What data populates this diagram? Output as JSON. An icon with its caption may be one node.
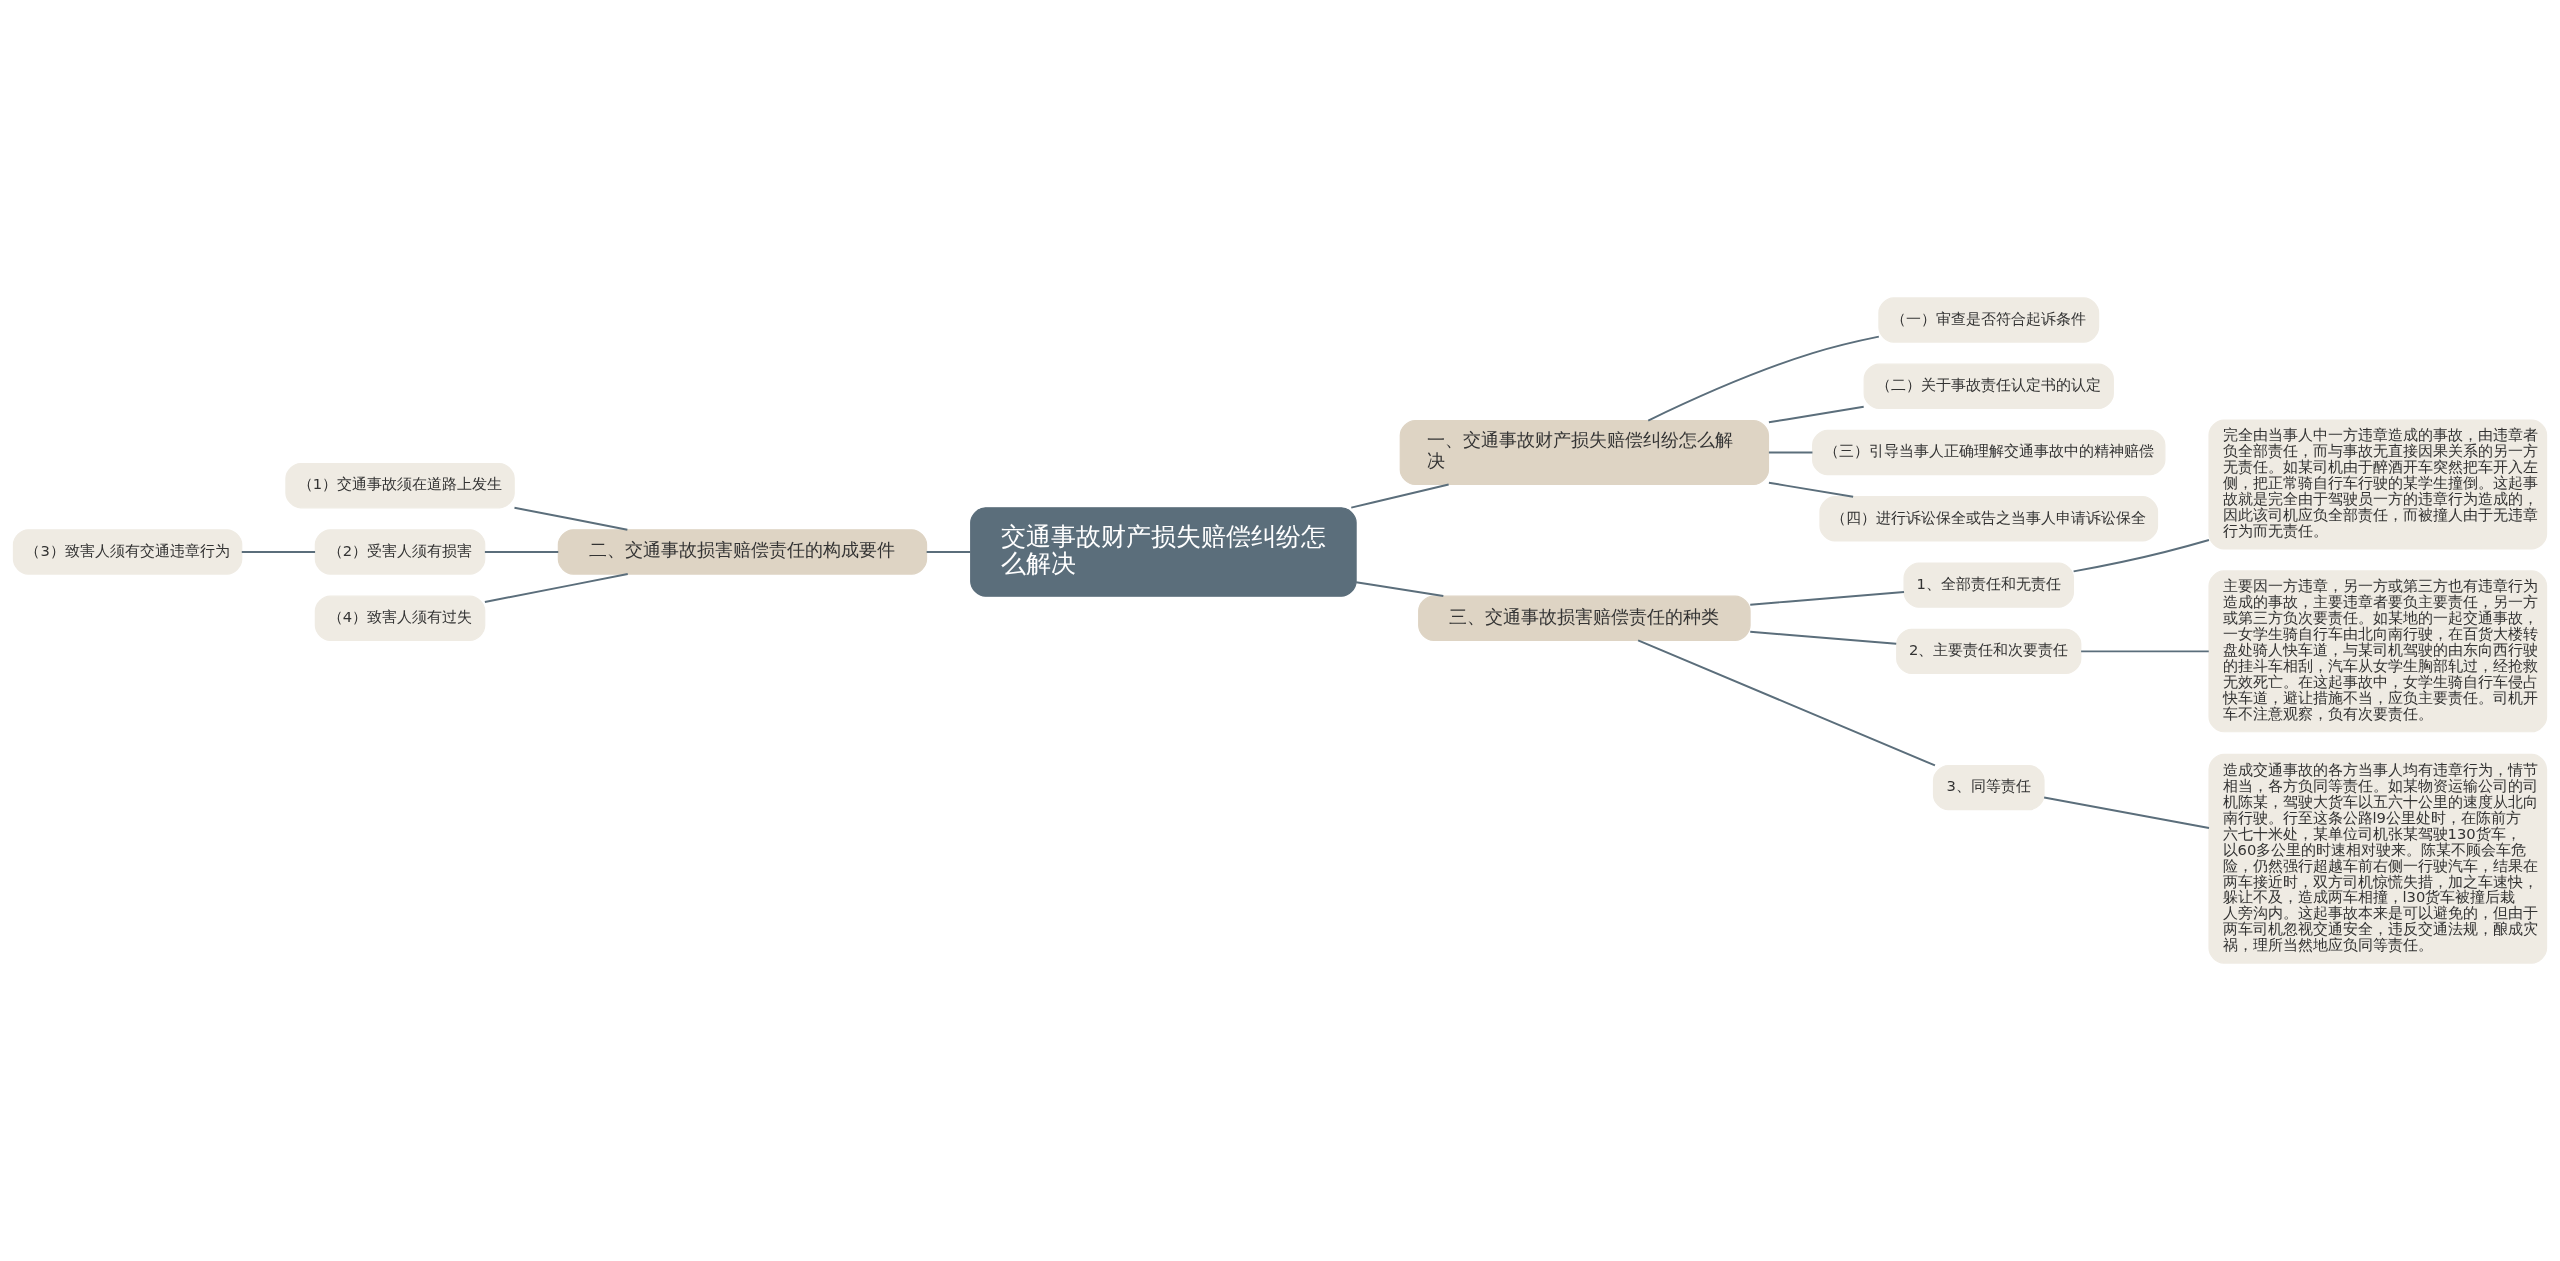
{
  "diagram": {
    "nodes": [
      {
        "text": [
          "交通事故财产损失赔偿纠纷怎么解决"
        ]
      },
      {
        "text": [
          "一、交通事故财产损失赔偿纠纷怎么解决"
        ]
      },
      {
        "text": [
          "（一）审查是否符合起诉条件"
        ]
      },
      {
        "text": [
          "（二）关于事故责任认定书的认定"
        ]
      },
      {
        "text": [
          "（三）引导当事人正确理解交通事故中的精神赔偿"
        ]
      },
      {
        "text": [
          "（四）进行诉讼保全或告之当事人申请诉讼保全"
        ]
      },
      {
        "text": [
          "二、交通事故损害赔偿责任的构成要件"
        ]
      },
      {
        "text": [
          "（1）交通事故须在道路上发生"
        ]
      },
      {
        "text": [
          "（2）受害人须有损害"
        ]
      },
      {
        "text": [
          "（3）致害人须有交通违章行为"
        ]
      },
      {
        "text": [
          "（4）致害人须有过失"
        ]
      },
      {
        "text": [
          "三、交通事故损害赔偿责任的种类"
        ]
      },
      {
        "text": [
          "1、全部责任和无责任"
        ]
      },
      {
        "text": [
          "完全由当事人中一方违章造成的事故，由违章者负全部责任，而与事故无直接因果关系的另一方无责任。如某司机由于醉酒开车突然把车开入左侧，把正常骑自行车行驶的某学生撞倒。这起事故就是完全由于驾驶员一方的违章行为造成的，因此该司机应负全部责任，而被撞人由于无违章行为而无责任。"
        ]
      },
      {
        "text": [
          "2、主要责任和次要责任"
        ]
      },
      {
        "text": [
          "主要因一方违章，另一方或第三方也有违章行为造成的事故，主要违章者要负主要责任，另一方或第三方负次要责任。如某地的一起交通事故，一女学生骑自行车由北向南行驶，在百货大楼转盘处骑人快车道，与某司机驾驶的由东向西行驶的挂斗车相刮，汽车从女学生胸部轧过，经抢救无效死亡。在这起事故中，女学生骑自行车侵占快车道，避让措施不当，应负主要责任。司机开车不注意观察，负有次要责任。"
        ]
      },
      {
        "text": [
          "3、同等责任"
        ]
      },
      {
        "text": [
          "造成交通事故的各方当事人均有违章行为，情节相当，各方负同等责任。如某物资运输公司的司机陈某，驾驶大货车以五六十公里的速度从北向南行驶。行至这条公路l9公里处时，在陈前方六七十米处，某单位司机张某驾驶130货车，以60多公里的时速相对驶来。陈某不顾会车危险，仍然强行超越车前右侧一行驶汽车，结果在两车接近时，双方司机惊慌失措，加之车速快，躲让不及，造成两车相撞，l30货车被撞后栽人旁沟内。这起事故本来是可以避免的，但由于两车司机忽视交通安全，违反交通法规，酿成灾祸，理所当然地应负同等责任。"
        ]
      }
    ],
    "edges": [
      {
        "from": 0,
        "to": 1,
        "arrow": "none"
      },
      {
        "from": 1,
        "to": 2,
        "arrow": "none"
      },
      {
        "from": 1,
        "to": 3,
        "arrow": "none"
      },
      {
        "from": 1,
        "to": 4,
        "arrow": "none"
      },
      {
        "from": 1,
        "to": 5,
        "arrow": "none"
      },
      {
        "from": 6,
        "to": 0,
        "arrow": "none"
      },
      {
        "from": 7,
        "to": 6,
        "arrow": "none"
      },
      {
        "from": 8,
        "to": 6,
        "arrow": "none"
      },
      {
        "from": 9,
        "to": 8,
        "arrow": "none"
      },
      {
        "from": 10,
        "to": 6,
        "arrow": "none"
      },
      {
        "from": 0,
        "to": 11,
        "arrow": "none"
      },
      {
        "from": 11,
        "to": 12,
        "arrow": "none"
      },
      {
        "from": 12,
        "to": 13,
        "arrow": "none"
      },
      {
        "from": 11,
        "to": 14,
        "arrow": "none"
      },
      {
        "from": 14,
        "to": 15,
        "arrow": "none"
      },
      {
        "from": 11,
        "to": 16,
        "arrow": "none"
      },
      {
        "from": 16,
        "to": 17,
        "arrow": "none"
      }
    ]
  }
}
